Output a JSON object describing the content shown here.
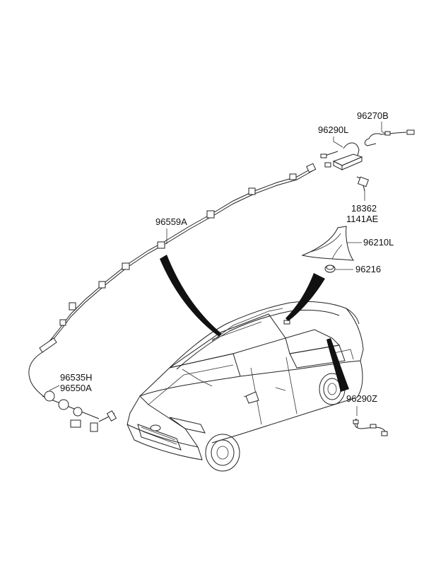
{
  "labels": {
    "p96270B": "96270B",
    "p96290L": "96290L",
    "p18362": "18362",
    "p1141AE": "1141AE",
    "p96559A": "96559A",
    "p96210L": "96210L",
    "p96216": "96216",
    "p96535H": "96535H",
    "p96550A": "96550A",
    "p96290Z": "96290Z"
  }
}
